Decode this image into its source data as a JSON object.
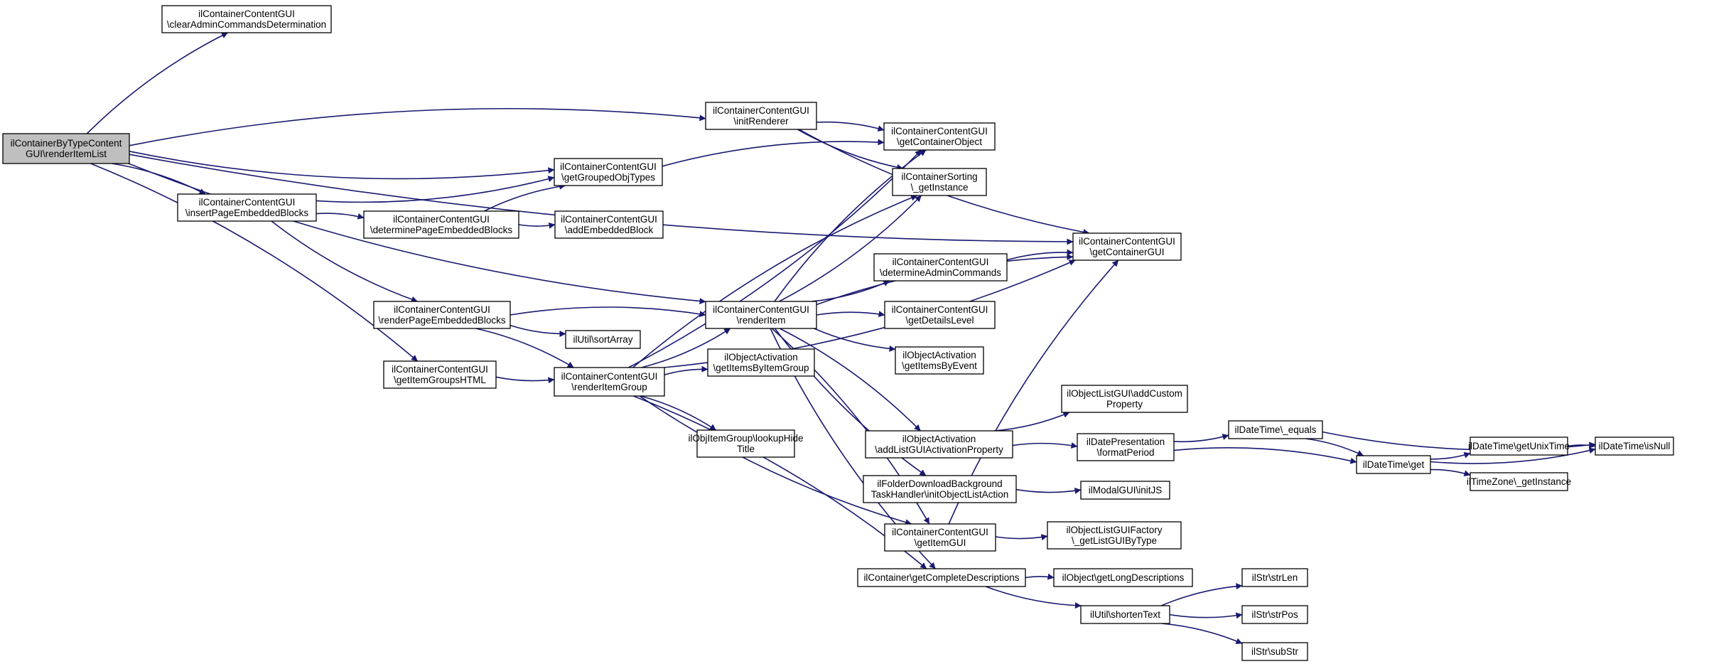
{
  "graph": {
    "edge_color": "#191970",
    "root_fill": "#bfbfbf",
    "nodes": [
      {
        "id": "root",
        "lines": [
          "ilContainerByTypeContent",
          "GUI\\renderItemList"
        ]
      },
      {
        "id": "clearAdmin",
        "lines": [
          "ilContainerContentGUI",
          "\\clearAdminCommandsDetermination"
        ]
      },
      {
        "id": "initRenderer",
        "lines": [
          "ilContainerContentGUI",
          "\\initRenderer"
        ]
      },
      {
        "id": "getGroupedObjTypes",
        "lines": [
          "ilContainerContentGUI",
          "\\getGroupedObjTypes"
        ]
      },
      {
        "id": "insertPageEmbeddedBlocks",
        "lines": [
          "ilContainerContentGUI",
          "\\insertPageEmbeddedBlocks"
        ]
      },
      {
        "id": "determinePageEmbeddedBlocks",
        "lines": [
          "ilContainerContentGUI",
          "\\determinePageEmbeddedBlocks"
        ]
      },
      {
        "id": "addEmbeddedBlock",
        "lines": [
          "ilContainerContentGUI",
          "\\addEmbeddedBlock"
        ]
      },
      {
        "id": "getContainerObject",
        "lines": [
          "ilContainerContentGUI",
          "\\getContainerObject"
        ]
      },
      {
        "id": "containerSorting",
        "lines": [
          "ilContainerSorting",
          "\\_getInstance"
        ]
      },
      {
        "id": "getContainerGUI",
        "lines": [
          "ilContainerContentGUI",
          "\\getContainerGUI"
        ]
      },
      {
        "id": "renderPageEmbeddedBlocks",
        "lines": [
          "ilContainerContentGUI",
          "\\renderPageEmbeddedBlocks"
        ]
      },
      {
        "id": "renderItem",
        "lines": [
          "ilContainerContentGUI",
          "\\renderItem"
        ]
      },
      {
        "id": "determineAdminCommands",
        "lines": [
          "ilContainerContentGUI",
          "\\determineAdminCommands"
        ]
      },
      {
        "id": "getDetailsLevel",
        "lines": [
          "ilContainerContentGUI",
          "\\getDetailsLevel"
        ]
      },
      {
        "id": "sortArray",
        "lines": [
          "ilUtil\\sortArray"
        ]
      },
      {
        "id": "getItemsByEvent",
        "lines": [
          "ilObjectActivation",
          "\\getItemsByEvent"
        ]
      },
      {
        "id": "getItemGroupsHTML",
        "lines": [
          "ilContainerContentGUI",
          "\\getItemGroupsHTML"
        ]
      },
      {
        "id": "renderItemGroup",
        "lines": [
          "ilContainerContentGUI",
          "\\renderItemGroup"
        ]
      },
      {
        "id": "getItemsByItemGroup",
        "lines": [
          "ilObjectActivation",
          "\\getItemsByItemGroup"
        ]
      },
      {
        "id": "addCustomProperty",
        "lines": [
          "ilObjectListGUI\\addCustom",
          "Property"
        ]
      },
      {
        "id": "addListGUIActivationProperty",
        "lines": [
          "ilObjectActivation",
          "\\addListGUIActivationProperty"
        ]
      },
      {
        "id": "formatPeriod",
        "lines": [
          "ilDatePresentation",
          "\\formatPeriod"
        ]
      },
      {
        "id": "dateEquals",
        "lines": [
          "ilDateTime\\_equals"
        ]
      },
      {
        "id": "isNull",
        "lines": [
          "ilDateTime\\isNull"
        ]
      },
      {
        "id": "lookupHideTitle",
        "lines": [
          "ilObjItemGroup\\lookupHide",
          "Title"
        ]
      },
      {
        "id": "dateGet",
        "lines": [
          "ilDateTime\\get"
        ]
      },
      {
        "id": "getUnixTime",
        "lines": [
          "ilDateTime\\getUnixTime"
        ]
      },
      {
        "id": "timeZone",
        "lines": [
          "ilTimeZone\\_getInstance"
        ]
      },
      {
        "id": "folderDownload",
        "lines": [
          "ilFolderDownloadBackground",
          "TaskHandler\\initObjectListAction"
        ]
      },
      {
        "id": "modalInitJS",
        "lines": [
          "ilModalGUI\\initJS"
        ]
      },
      {
        "id": "getItemGUI",
        "lines": [
          "ilContainerContentGUI",
          "\\getItemGUI"
        ]
      },
      {
        "id": "listGUIFactory",
        "lines": [
          "ilObjectListGUIFactory",
          "\\_getListGUIByType"
        ]
      },
      {
        "id": "getCompleteDescriptions",
        "lines": [
          "ilContainer\\getCompleteDescriptions"
        ]
      },
      {
        "id": "getLongDescriptions",
        "lines": [
          "ilObject\\getLongDescriptions"
        ]
      },
      {
        "id": "strLen",
        "lines": [
          "ilStr\\strLen"
        ]
      },
      {
        "id": "shortenText",
        "lines": [
          "ilUtil\\shortenText"
        ]
      },
      {
        "id": "strPos",
        "lines": [
          "ilStr\\strPos"
        ]
      },
      {
        "id": "subStr",
        "lines": [
          "ilStr\\subStr"
        ]
      }
    ],
    "edges": [
      [
        "root",
        "clearAdmin"
      ],
      [
        "root",
        "getContainerGUI"
      ],
      [
        "root",
        "initRenderer"
      ],
      [
        "root",
        "getGroupedObjTypes"
      ],
      [
        "root",
        "insertPageEmbeddedBlocks"
      ],
      [
        "root",
        "renderItem"
      ],
      [
        "root",
        "getItemGroupsHTML"
      ],
      [
        "initRenderer",
        "getContainerGUI"
      ],
      [
        "initRenderer",
        "getContainerObject"
      ],
      [
        "initRenderer",
        "containerSorting"
      ],
      [
        "getGroupedObjTypes",
        "getContainerObject"
      ],
      [
        "insertPageEmbeddedBlocks",
        "getGroupedObjTypes"
      ],
      [
        "insertPageEmbeddedBlocks",
        "determinePageEmbeddedBlocks"
      ],
      [
        "insertPageEmbeddedBlocks",
        "renderPageEmbeddedBlocks"
      ],
      [
        "determinePageEmbeddedBlocks",
        "getGroupedObjTypes"
      ],
      [
        "determinePageEmbeddedBlocks",
        "addEmbeddedBlock"
      ],
      [
        "renderPageEmbeddedBlocks",
        "renderItem"
      ],
      [
        "renderPageEmbeddedBlocks",
        "sortArray"
      ],
      [
        "renderPageEmbeddedBlocks",
        "renderItemGroup"
      ],
      [
        "getItemGroupsHTML",
        "renderItemGroup"
      ],
      [
        "renderItem",
        "getContainerObject"
      ],
      [
        "renderItem",
        "containerSorting"
      ],
      [
        "renderItem",
        "getContainerGUI"
      ],
      [
        "renderItem",
        "determineAdminCommands"
      ],
      [
        "renderItem",
        "getDetailsLevel"
      ],
      [
        "renderItem",
        "getItemsByEvent"
      ],
      [
        "renderItem",
        "addListGUIActivationProperty"
      ],
      [
        "renderItem",
        "folderDownload"
      ],
      [
        "renderItem",
        "getItemGUI"
      ],
      [
        "renderItem",
        "getCompleteDescriptions"
      ],
      [
        "determineAdminCommands",
        "getContainerGUI"
      ],
      [
        "renderItemGroup",
        "getContainerObject"
      ],
      [
        "renderItemGroup",
        "containerSorting"
      ],
      [
        "renderItemGroup",
        "renderItem"
      ],
      [
        "renderItemGroup",
        "getItemsByItemGroup"
      ],
      [
        "renderItemGroup",
        "getContainerGUI"
      ],
      [
        "renderItemGroup",
        "lookupHideTitle"
      ],
      [
        "renderItemGroup",
        "getItemGUI"
      ],
      [
        "renderItemGroup",
        "getCompleteDescriptions"
      ],
      [
        "addListGUIActivationProperty",
        "addCustomProperty"
      ],
      [
        "addListGUIActivationProperty",
        "formatPeriod"
      ],
      [
        "formatPeriod",
        "dateEquals"
      ],
      [
        "formatPeriod",
        "dateGet"
      ],
      [
        "dateEquals",
        "isNull"
      ],
      [
        "dateEquals",
        "dateGet"
      ],
      [
        "dateGet",
        "getUnixTime"
      ],
      [
        "dateGet",
        "timeZone"
      ],
      [
        "dateGet",
        "isNull"
      ],
      [
        "getUnixTime",
        "isNull"
      ],
      [
        "folderDownload",
        "modalInitJS"
      ],
      [
        "getItemGUI",
        "getContainerGUI"
      ],
      [
        "getItemGUI",
        "listGUIFactory"
      ],
      [
        "getCompleteDescriptions",
        "getLongDescriptions"
      ],
      [
        "getCompleteDescriptions",
        "shortenText"
      ],
      [
        "shortenText",
        "strLen"
      ],
      [
        "shortenText",
        "strPos"
      ],
      [
        "shortenText",
        "subStr"
      ]
    ]
  }
}
